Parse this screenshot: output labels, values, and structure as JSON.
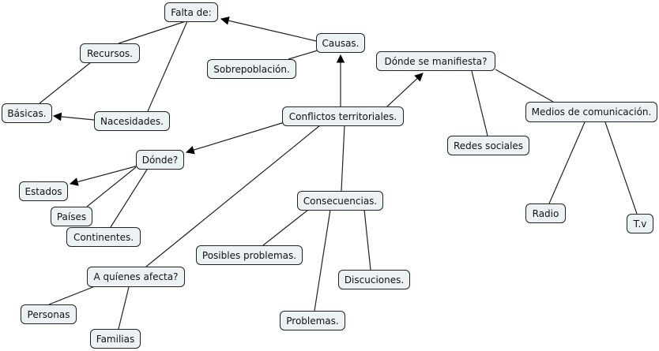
{
  "nodes": {
    "falta": "Falta de:",
    "recursos": "Recursos.",
    "causas": "Causas.",
    "sobrepoblacion": "Sobrepoblación.",
    "manifiesta": "Dónde se manifiesta?",
    "basicas": "Básicas.",
    "nacesidades": "Nacesidades.",
    "conflictos": "Conflictos territoriales.",
    "medios": "Medios de comunicación.",
    "redes": "Redes sociales",
    "donde": "Dónde?",
    "estados": "Estados",
    "paises": "Países",
    "consecuencias": "Consecuencias.",
    "continentes": "Continentes.",
    "radio": "Radio",
    "tv": "T.v",
    "posibles": "Posibles problemas.",
    "afecta": "A quíenes afecta?",
    "discuciones": "Discuciones.",
    "personas": "Personas",
    "problemas": "Problemas.",
    "familias": "Familias"
  },
  "colors": {
    "node_fill": "#ecf2f4",
    "border": "#222222",
    "line": "#222222"
  }
}
